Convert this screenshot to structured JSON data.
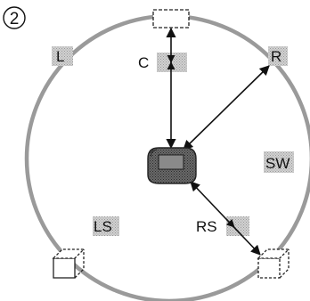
{
  "step_number": "2",
  "speakers": {
    "center": "C",
    "front_left": "L",
    "front_right": "R",
    "subwoofer": "SW",
    "surround_left": "LS",
    "surround_right": "RS"
  },
  "colors": {
    "circle": "#9a9a9a",
    "label_bg": "#c8c8c8",
    "arrow": "#111111",
    "seat": "#555555"
  }
}
